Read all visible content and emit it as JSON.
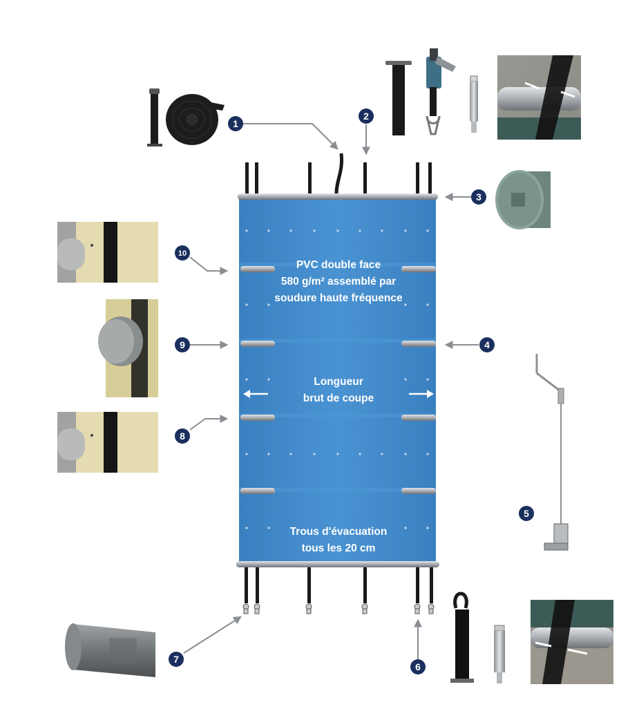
{
  "cover": {
    "material_lines": [
      "PVC double face",
      "580 g/m² assemblé par",
      "soudure haute fréquence"
    ],
    "length_lines": [
      "Longueur",
      "brut de coupe"
    ],
    "drain_lines": [
      "Trous d'évacuation",
      "tous les 20 cm"
    ]
  },
  "callouts": [
    "1",
    "2",
    "3",
    "4",
    "5",
    "6",
    "7",
    "8",
    "9",
    "10"
  ],
  "colors": {
    "cover_blue": "#3d86c6",
    "badge_navy": "#1b2f5e",
    "leader_gray": "#8a8d92",
    "bar_silver": "#a9adb2"
  },
  "icons": [
    "strap-roll-icon",
    "anchor-strap-ratchet-icon",
    "tube-end-cap-icon",
    "winch-crank-icon",
    "spring-anchor-icon",
    "tube-plug-icon",
    "tube-joint-icon",
    "bar-end-icon"
  ]
}
